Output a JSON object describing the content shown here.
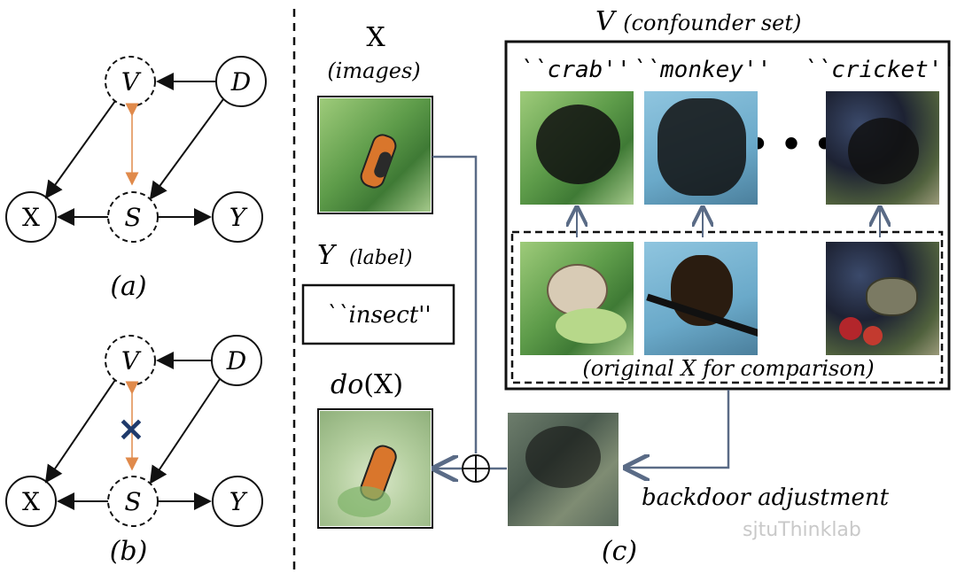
{
  "panel_a": {
    "caption": "(a)",
    "nodes": {
      "v": "V",
      "d": "D",
      "x": "X",
      "s": "S",
      "y": "Y"
    }
  },
  "panel_b": {
    "caption": "(b)",
    "nodes": {
      "v": "V",
      "d": "D",
      "x": "X",
      "s": "S",
      "y": "Y"
    },
    "block_mark": "✕"
  },
  "panel_c": {
    "caption": "(c)",
    "x_title": "X",
    "x_subtitle": "(images)",
    "y_title": "Y",
    "y_subtitle": "(label)",
    "y_value": "``insect''",
    "do_label_prefix": "do",
    "do_label_arg": "(X)",
    "confounder_title": "V",
    "confounder_subtitle": "(confounder set)",
    "confounder_labels": [
      "``crab''",
      "``monkey''",
      "``cricket''"
    ],
    "ellipsis": "• • •",
    "comparison_caption": "(original X for comparison)",
    "adjustment_label": "backdoor adjustment",
    "plus_symbol": "⊕"
  },
  "watermark": "sjtuThinklab",
  "colors": {
    "orange_link": "#e08a4b",
    "connector": "#5a6b86",
    "block_x": "#1f3a6b"
  }
}
